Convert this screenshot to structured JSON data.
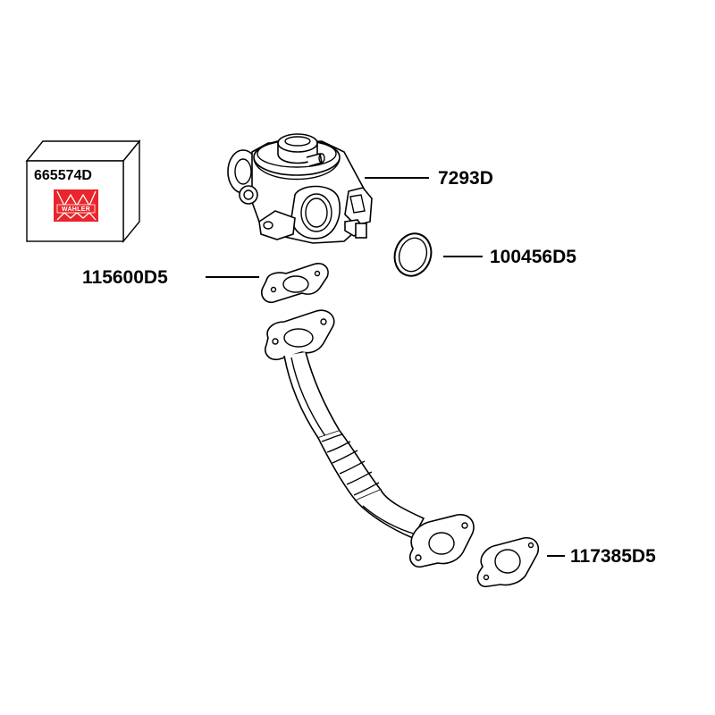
{
  "kit": {
    "number": "665574D",
    "brand": "WAHLER",
    "brand_color": "#e8262b"
  },
  "parts": [
    {
      "id": "egr-valve",
      "number": "7293D"
    },
    {
      "id": "o-ring",
      "number": "100456D5"
    },
    {
      "id": "upper-gasket",
      "number": "115600D5"
    },
    {
      "id": "lower-gasket",
      "number": "117385D5"
    }
  ]
}
